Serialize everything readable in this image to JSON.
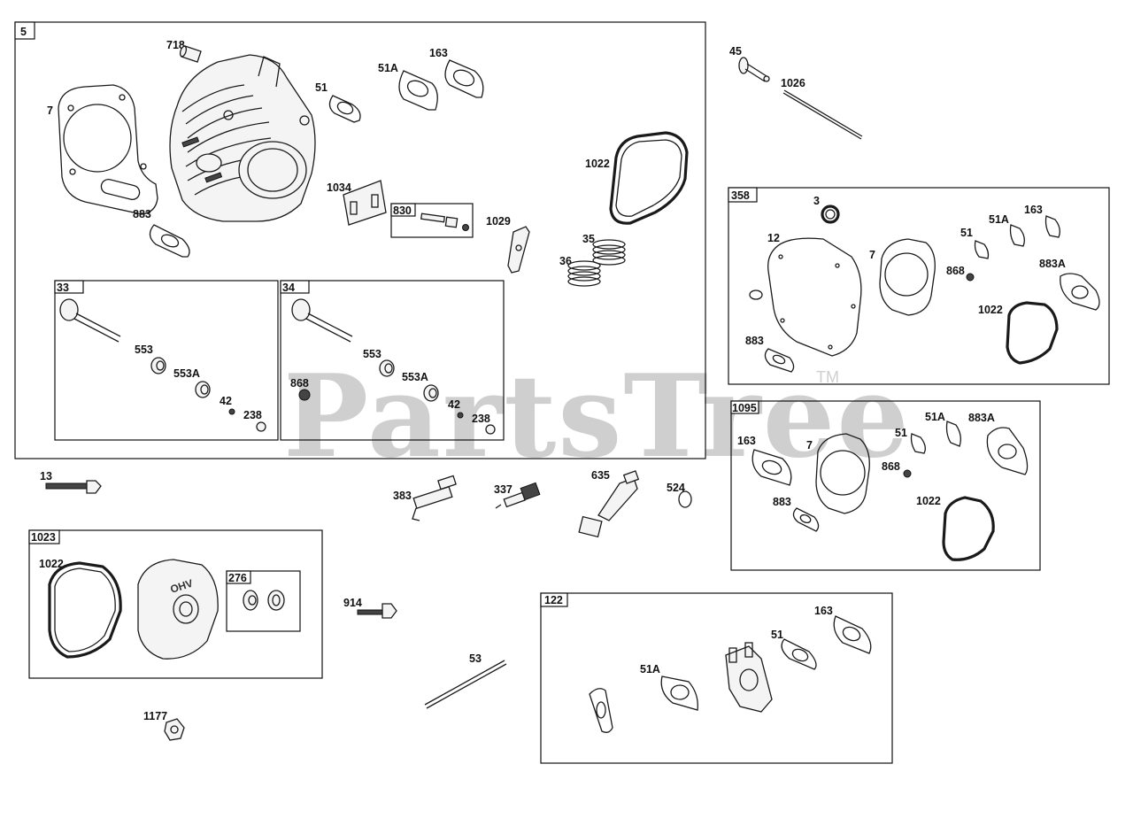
{
  "watermark": {
    "text": "PartsTree",
    "trademark": "TM"
  },
  "groups": {
    "g5": "5",
    "g33": "33",
    "g34": "34",
    "g830": "830",
    "g358": "358",
    "g1095": "1095",
    "g1023": "1023",
    "g276": "276",
    "g122": "122"
  },
  "labels": {
    "p718": "718",
    "p7": "7",
    "p51": "51",
    "p51A": "51A",
    "p163": "163",
    "p1022": "1022",
    "p1034": "1034",
    "p883": "883",
    "p1029": "1029",
    "p35": "35",
    "p36": "36",
    "g33_553": "553",
    "g33_553A": "553A",
    "g33_42": "42",
    "g33_238": "238",
    "g34_868": "868",
    "g34_553": "553",
    "g34_553A": "553A",
    "g34_42": "42",
    "g34_238": "238",
    "p45": "45",
    "p1026": "1026",
    "g358_3": "3",
    "g358_12": "12",
    "g358_51": "51",
    "g358_51A": "51A",
    "g358_163": "163",
    "g358_7": "7",
    "g358_868": "868",
    "g358_883A": "883A",
    "g358_1022": "1022",
    "g358_883": "883",
    "g1095_163": "163",
    "g1095_7": "7",
    "g1095_51": "51",
    "g1095_51A": "51A",
    "g1095_883A": "883A",
    "g1095_868": "868",
    "g1095_883": "883",
    "g1095_1022": "1022",
    "p13": "13",
    "p383": "383",
    "p337": "337",
    "p635": "635",
    "p524": "524",
    "g1023_1022": "1022",
    "p914": "914",
    "p53": "53",
    "p1177": "1177",
    "g122_163": "163",
    "g122_51": "51",
    "g122_51A": "51A"
  },
  "icons": {
    "valve-cover-logo": "OHV"
  }
}
